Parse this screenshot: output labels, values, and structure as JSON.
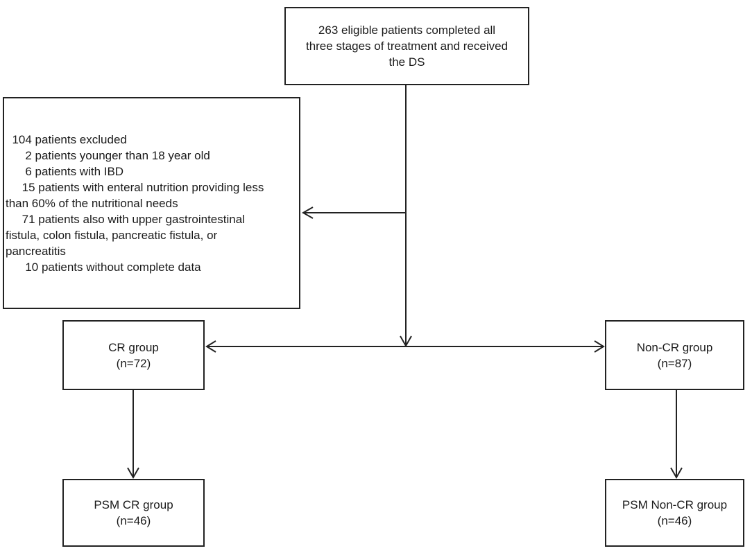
{
  "boxes": {
    "eligible": {
      "lines": [
        "263 eligible patients completed all",
        "three stages of treatment and received",
        "the DS"
      ]
    },
    "excluded": {
      "lines": [
        "  104 patients excluded",
        "      2 patients younger than 18 year old",
        "      6 patients with IBD",
        "     15 patients with enteral nutrition providing less",
        "than 60% of the nutritional needs",
        "     71 patients also with upper gastrointestinal",
        "fistula, colon fistula, pancreatic fistula, or",
        "pancreatitis",
        "      10 patients without complete data"
      ]
    },
    "cr": {
      "lines": [
        "CR group",
        "(n=72)"
      ]
    },
    "non_cr": {
      "lines": [
        "Non-CR group",
        "(n=87)"
      ]
    },
    "psm_cr": {
      "lines": [
        "PSM CR group",
        "(n=46)"
      ]
    },
    "psm_non_cr": {
      "lines": [
        "PSM Non-CR group",
        "(n=46)"
      ]
    }
  },
  "colors": {
    "line": "#222222",
    "text": "#1a1a1a",
    "background": "#ffffff"
  }
}
